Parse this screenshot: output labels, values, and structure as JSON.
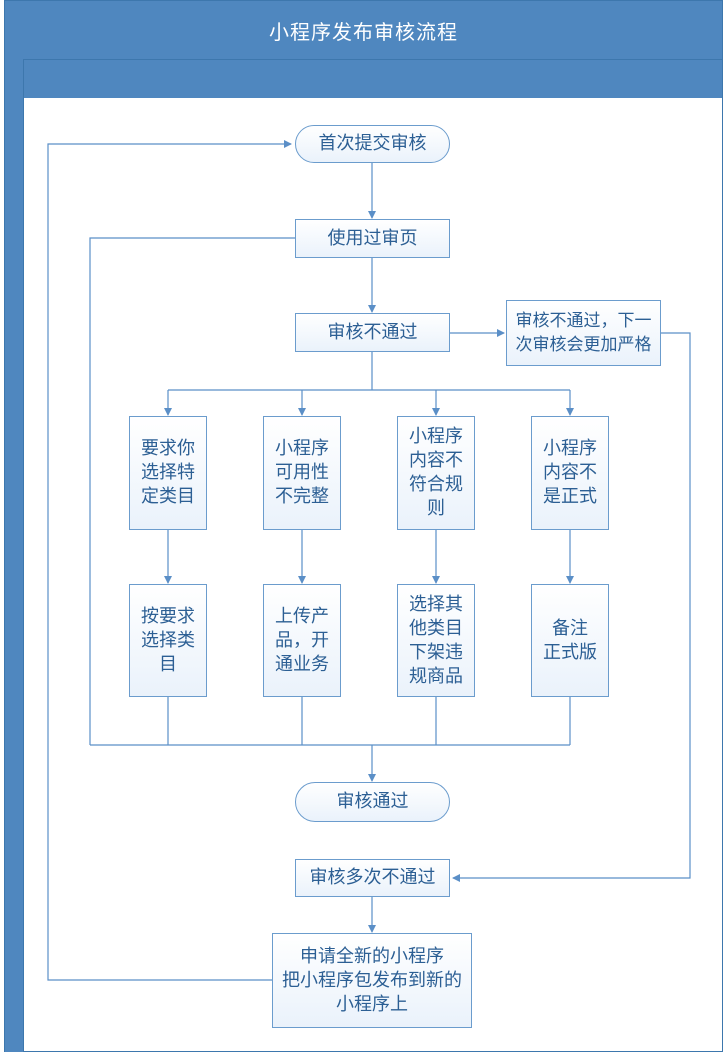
{
  "title": "小程序发布审核流程",
  "nodes": {
    "first_submit": "首次提交审核",
    "used_review_page": "使用过审页",
    "review_failed": "审核不通过",
    "stricter_note": "审核不通过，下一\n次审核会更加严格",
    "reason_category": "要求你\n选择特\n定类目",
    "reason_unusable": "小程序\n可用性\n不完整",
    "reason_noncompliant": "小程序\n内容不\n符合规\n则",
    "reason_not_formal": "小程序\n内容不\n是正式",
    "fix_category": "按要求\n选择类\n目",
    "fix_upload": "上传产\n品，开\n通业务",
    "fix_remove": "选择其\n他类目\n下架违\n规商品",
    "fix_formal": "备注\n正式版",
    "review_passed": "审核通过",
    "multiple_failed": "审核多次不通过",
    "new_program": "申请全新的小程序\n把小程序包发布到新的\n小程序上"
  },
  "colors": {
    "header": "#4f87bf",
    "border": "#6b9ccd",
    "text": "#2c5f94",
    "connector": "#5b8fc7"
  }
}
